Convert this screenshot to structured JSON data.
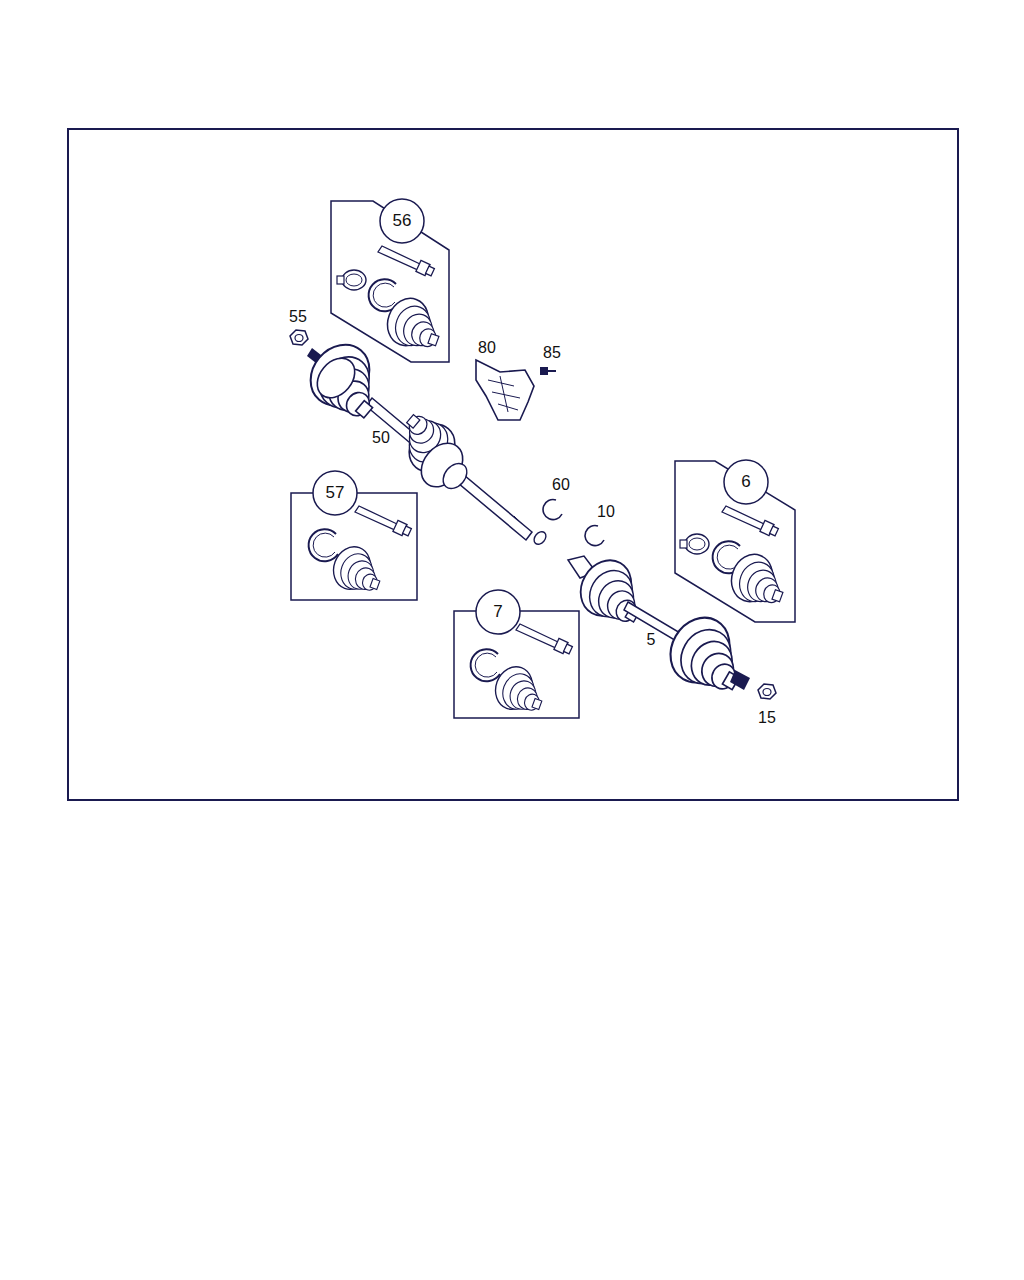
{
  "diagram": {
    "nodes": [
      {
        "text": [
          "56"
        ]
      },
      {
        "text": [
          "57"
        ]
      },
      {
        "text": [
          "7"
        ]
      },
      {
        "text": [
          "6"
        ]
      }
    ],
    "labels": [
      "55",
      "80",
      "85",
      "50",
      "60",
      "10",
      "5",
      "15"
    ]
  }
}
